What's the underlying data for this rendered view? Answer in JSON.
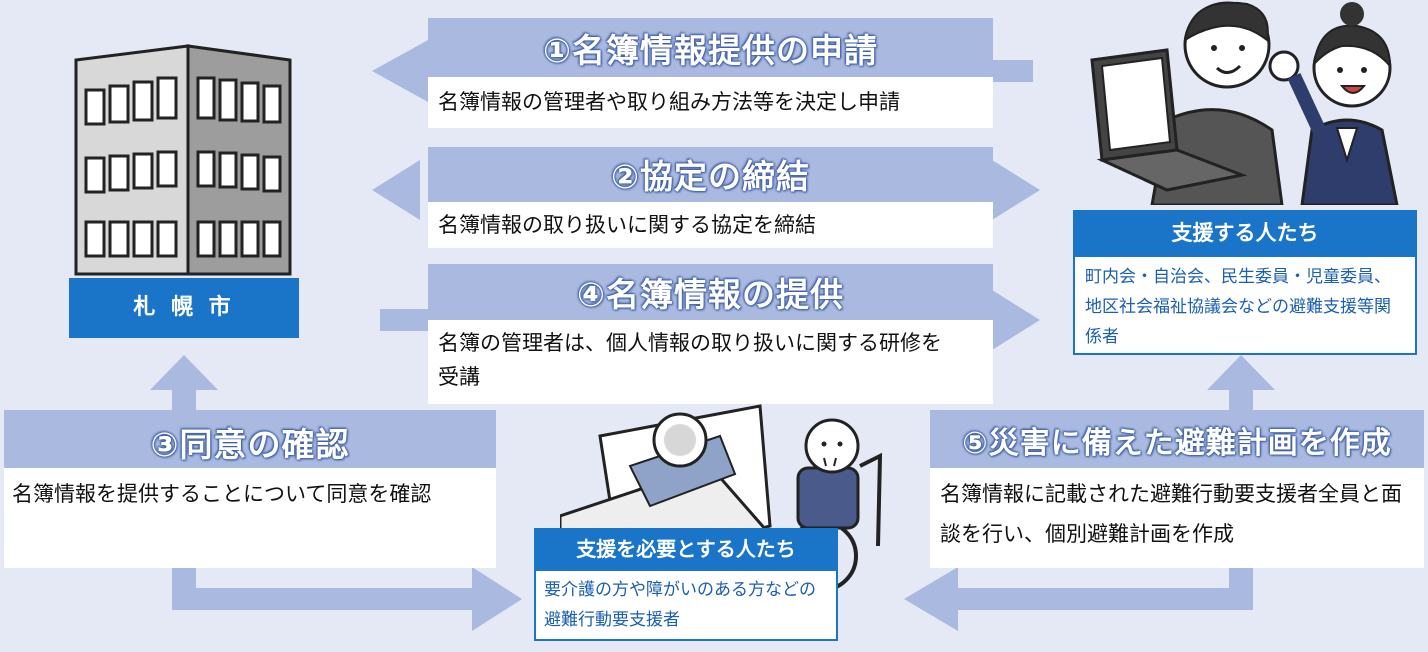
{
  "colors": {
    "background": "#e4e9f5",
    "panel": "#a9b9e0",
    "heading_outline": "#3f5fa6",
    "label_blue": "#1a74c7",
    "info_text": "#1a5fb0"
  },
  "city": {
    "label": "札 幌 市",
    "icon": "office-building-icon"
  },
  "helpers": {
    "title": "支援する人たち",
    "description": "町内会・自治会、民生委員・児童委員、地区社会福祉協議会などの避難支援等関係者",
    "icon": "two-people-laptop-icon"
  },
  "recipients": {
    "title": "支援を必要とする人たち",
    "description": "要介護の方や障がいのある方などの避難行動要支援者",
    "icon": "elderly-bed-wheelchair-icon"
  },
  "steps": [
    {
      "heading": "①名簿情報提供の申請",
      "text": "名簿情報の管理者や取り組み方法等を決定し申請"
    },
    {
      "heading": "②協定の締結",
      "text": "名簿情報の取り扱いに関する協定を締結"
    },
    {
      "heading": "④名簿情報の提供",
      "text": "名簿の管理者は、個人情報の取り扱いに関する研修を受講"
    },
    {
      "heading": "③同意の確認",
      "text": "名簿情報を提供することについて同意を確認"
    },
    {
      "heading": "⑤災害に備えた避難計画を作成",
      "text": "名簿情報に記載された避難行動要支援者全員と面談を行い、個別避難計画を作成"
    }
  ]
}
